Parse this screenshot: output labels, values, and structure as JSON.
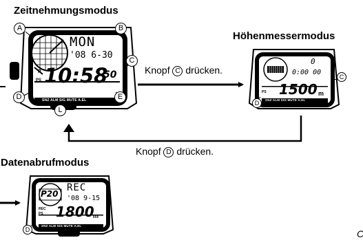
{
  "titles": {
    "timekeeping": "Zeitnehmungsmodus",
    "altimeter": "Höhenmessermodus",
    "data_recall": "Datenabrufmodus"
  },
  "instructions": {
    "press_c_pre": "Knopf",
    "press_c_btn": "C",
    "press_c_post": "drücken.",
    "press_d_pre": "Knopf",
    "press_d_btn": "D",
    "press_d_post": "drücken."
  },
  "button_labels": {
    "a": "A",
    "b": "B",
    "c": "C",
    "d": "D",
    "e": "E",
    "l": "L"
  },
  "watch1": {
    "day": "MON",
    "date": "'08  6-30",
    "pm": "P",
    "ps": "PS",
    "time": "10:58",
    "seconds": "50",
    "strip": "SNZ ALM SIG MUTE A.EL"
  },
  "watch2": {
    "top": "0",
    "mid": "0:00 00",
    "ps": "PS",
    "main": "1500",
    "unit": "m",
    "strip": "SNZ ALM SIG MUTE A.EL"
  },
  "watch3": {
    "label": "REC",
    "pointer": "P20",
    "date": "'08  9-15",
    "rec": "REC",
    "ps": "PS",
    "main": "1800",
    "unit": "m",
    "strip": "SNZ ALM SIG MUTE A.EL"
  },
  "corner": "C"
}
